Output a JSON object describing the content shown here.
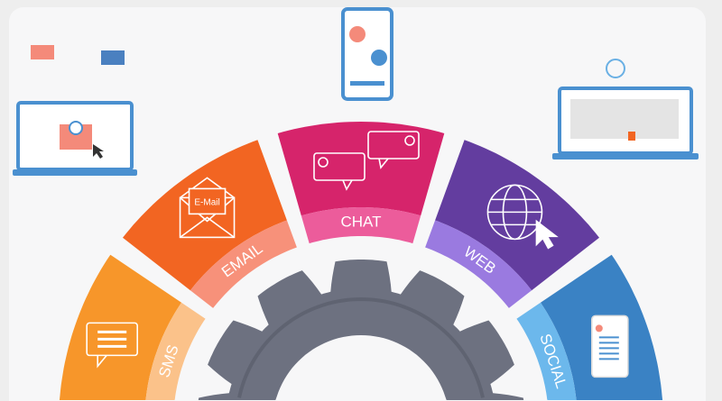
{
  "segments": [
    {
      "label": "SMS",
      "icon": "sms-bubble-icon",
      "color": "#f7962a",
      "band": "#fbc28a"
    },
    {
      "label": "EMAIL",
      "icon": "envelope-icon",
      "color": "#f26522",
      "band": "#f7917a"
    },
    {
      "label": "CHAT",
      "icon": "chat-bubbles-icon",
      "color": "#d6246b",
      "band": "#ec5c9b"
    },
    {
      "label": "WEB",
      "icon": "globe-cursor-icon",
      "color": "#633d9f",
      "band": "#9a7ae0"
    },
    {
      "label": "SOCIAL",
      "icon": "smartphone-icon",
      "color": "#3a82c4",
      "band": "#6cb8ec"
    }
  ],
  "email_icon_text": "E-Mail",
  "gear_color": "#6d7180",
  "accent_blue": "#4a90d0"
}
